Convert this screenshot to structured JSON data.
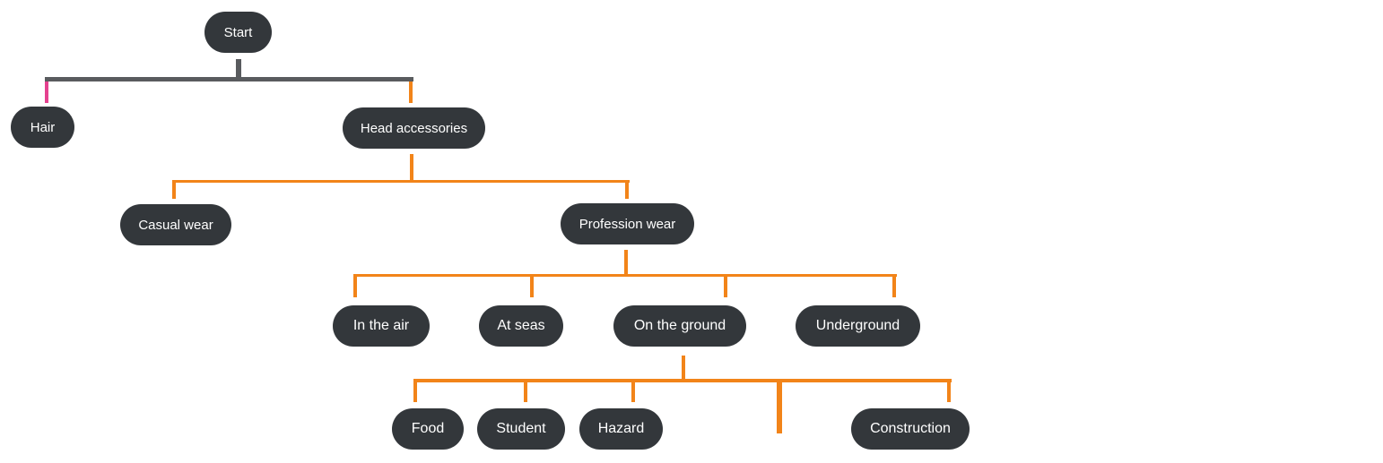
{
  "nodes": {
    "start": "Start",
    "hair": "Hair",
    "head_accessories": "Head accessories",
    "casual_wear": "Casual wear",
    "profession_wear": "Profession wear",
    "in_the_air": "In the air",
    "at_seas": "At seas",
    "on_the_ground": "On the ground",
    "underground": "Underground",
    "food": "Food",
    "student": "Student",
    "hazard": "Hazard",
    "construction": "Construction"
  },
  "colors": {
    "node_fill": "#33373b",
    "node_text": "#ffffff",
    "root_connector": "#595b5e",
    "hair_branch": "#e5418f",
    "head_accessories_branch": "#f28419"
  }
}
